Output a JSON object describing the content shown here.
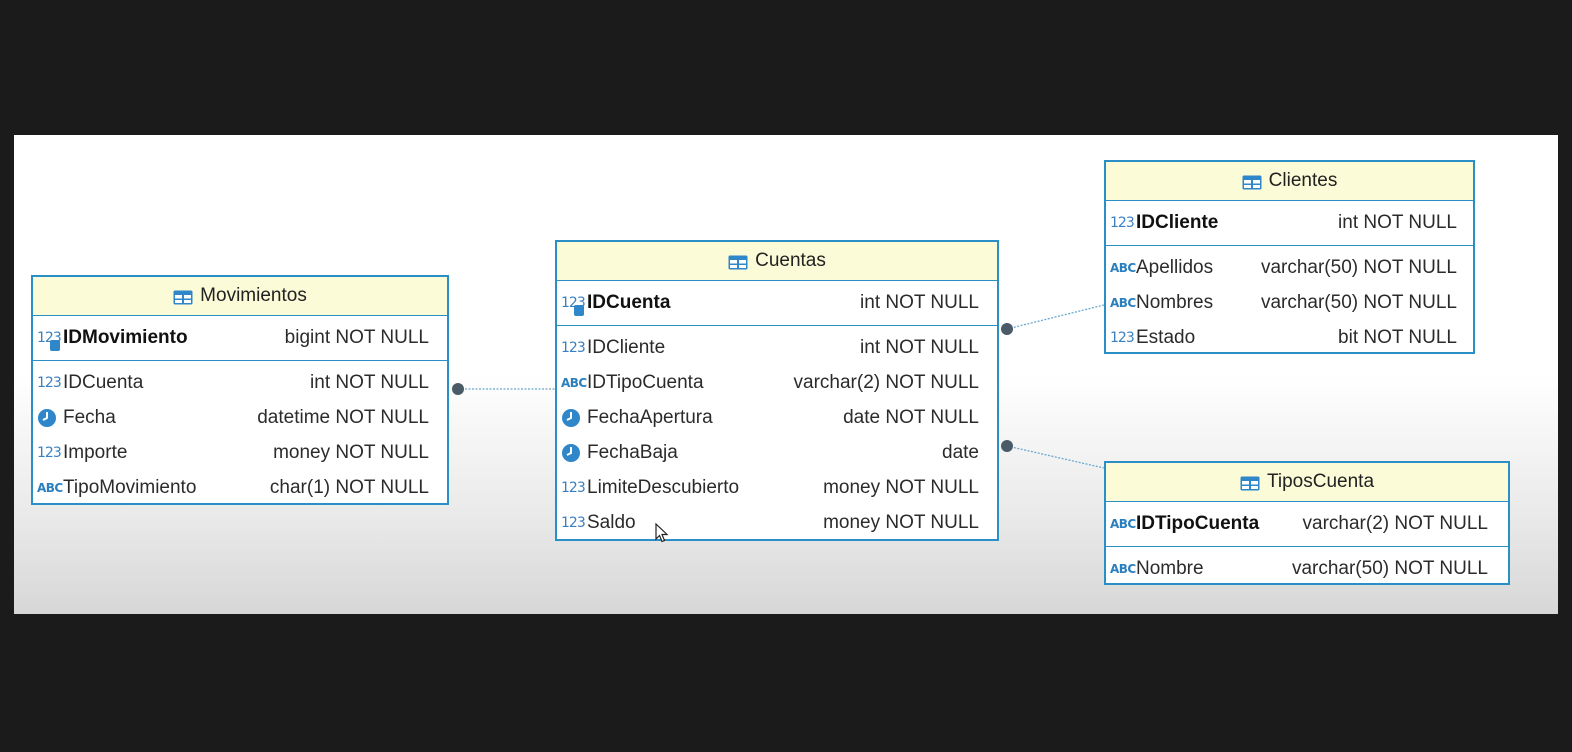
{
  "entities": {
    "movimientos": {
      "title": "Movimientos",
      "pk": {
        "name": "IDMovimiento",
        "type": "bigint NOT NULL",
        "icon": "number-key-icon"
      },
      "columns": [
        {
          "name": "IDCuenta",
          "type": "int NOT NULL",
          "icon": "number-icon"
        },
        {
          "name": "Fecha",
          "type": "datetime NOT NULL",
          "icon": "clock-icon"
        },
        {
          "name": "Importe",
          "type": "money NOT NULL",
          "icon": "number-icon"
        },
        {
          "name": "TipoMovimiento",
          "type": "char(1) NOT NULL",
          "icon": "text-icon"
        }
      ]
    },
    "cuentas": {
      "title": "Cuentas",
      "pk": {
        "name": "IDCuenta",
        "type": "int NOT NULL",
        "icon": "number-key-icon"
      },
      "columns": [
        {
          "name": "IDCliente",
          "type": "int NOT NULL",
          "icon": "number-icon"
        },
        {
          "name": "IDTipoCuenta",
          "type": "varchar(2) NOT NULL",
          "icon": "text-icon"
        },
        {
          "name": "FechaApertura",
          "type": "date NOT NULL",
          "icon": "clock-icon"
        },
        {
          "name": "FechaBaja",
          "type": "date",
          "icon": "clock-icon"
        },
        {
          "name": "LimiteDescubierto",
          "type": "money NOT NULL",
          "icon": "number-icon"
        },
        {
          "name": "Saldo",
          "type": "money NOT NULL",
          "icon": "number-icon"
        }
      ]
    },
    "clientes": {
      "title": "Clientes",
      "pk": {
        "name": "IDCliente",
        "type": "int NOT NULL",
        "icon": "number-icon"
      },
      "columns": [
        {
          "name": "Apellidos",
          "type": "varchar(50) NOT NULL",
          "icon": "text-icon"
        },
        {
          "name": "Nombres",
          "type": "varchar(50) NOT NULL",
          "icon": "text-icon"
        },
        {
          "name": "Estado",
          "type": "bit NOT NULL",
          "icon": "number-icon"
        }
      ]
    },
    "tiposcuenta": {
      "title": "TiposCuenta",
      "pk": {
        "name": "IDTipoCuenta",
        "type": "varchar(2) NOT NULL",
        "icon": "text-icon"
      },
      "columns": [
        {
          "name": "Nombre",
          "type": "varchar(50) NOT NULL",
          "icon": "text-icon"
        }
      ]
    }
  },
  "icon_glyphs": {
    "number": "123",
    "text": "ABC"
  },
  "relations": [
    {
      "from": "movimientos",
      "to": "cuentas"
    },
    {
      "from": "cuentas",
      "to": "clientes"
    },
    {
      "from": "cuentas",
      "to": "tiposcuenta"
    }
  ],
  "colors": {
    "accent": "#2a8fc7",
    "header_bg": "#fbfbd8",
    "link": "#6aa9cf",
    "connector": "#4a5a66"
  }
}
